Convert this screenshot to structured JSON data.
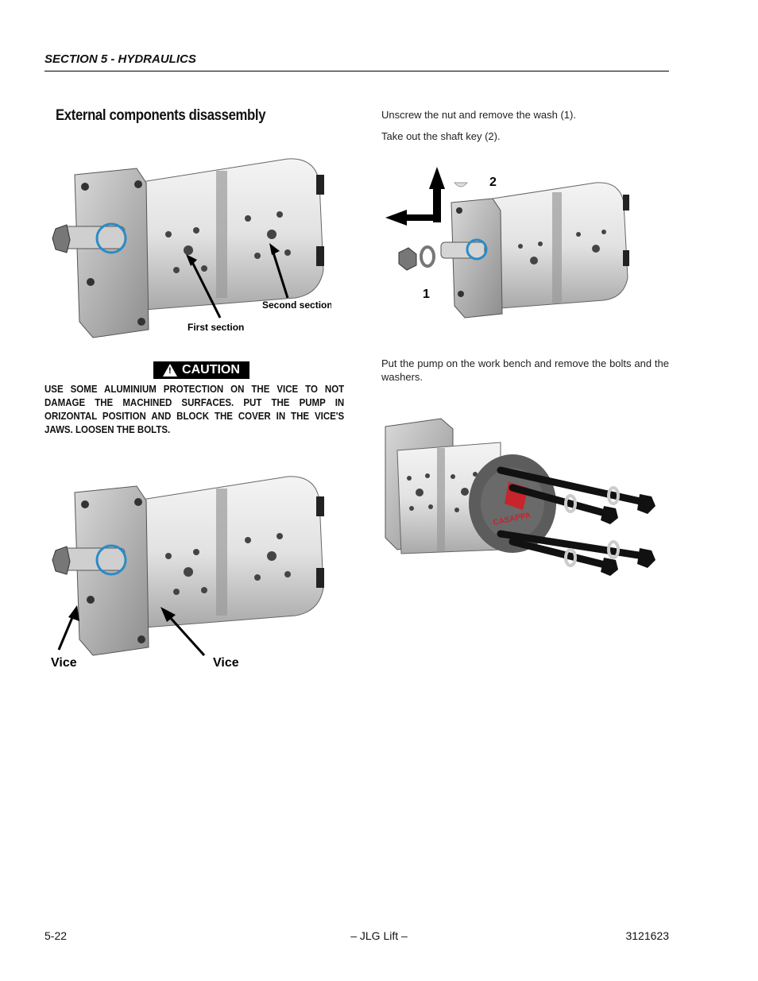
{
  "header": {
    "section_title": "SECTION 5 - HYDRAULICS"
  },
  "heading": "External components disassembly",
  "figure1": {
    "label_first": "First section",
    "label_second": "Second section"
  },
  "caution": {
    "badge": "CAUTION",
    "text": "USE SOME ALUMINIUM PROTECTION ON THE VICE TO NOT DAMAGE THE MACHINED SURFACES. PUT THE PUMP IN ORIZONTAL POSITION AND BLOCK THE COVER IN THE VICE'S JAWS. LOOSEN THE BOLTS."
  },
  "figure2": {
    "label_left": "Vice",
    "label_right": "Vice"
  },
  "right": {
    "step1": "Unscrew the nut and remove the wash (1).",
    "step2": "Take out the shaft key (2).",
    "step3": "Put the pump on the work bench and remove the bolts and the washers."
  },
  "figure3": {
    "callout_1": "1",
    "callout_2": "2"
  },
  "figure4": {
    "brand": "CASAPPA"
  },
  "footer": {
    "page": "5-22",
    "center": "– JLG Lift –",
    "doc_number": "3121623"
  }
}
